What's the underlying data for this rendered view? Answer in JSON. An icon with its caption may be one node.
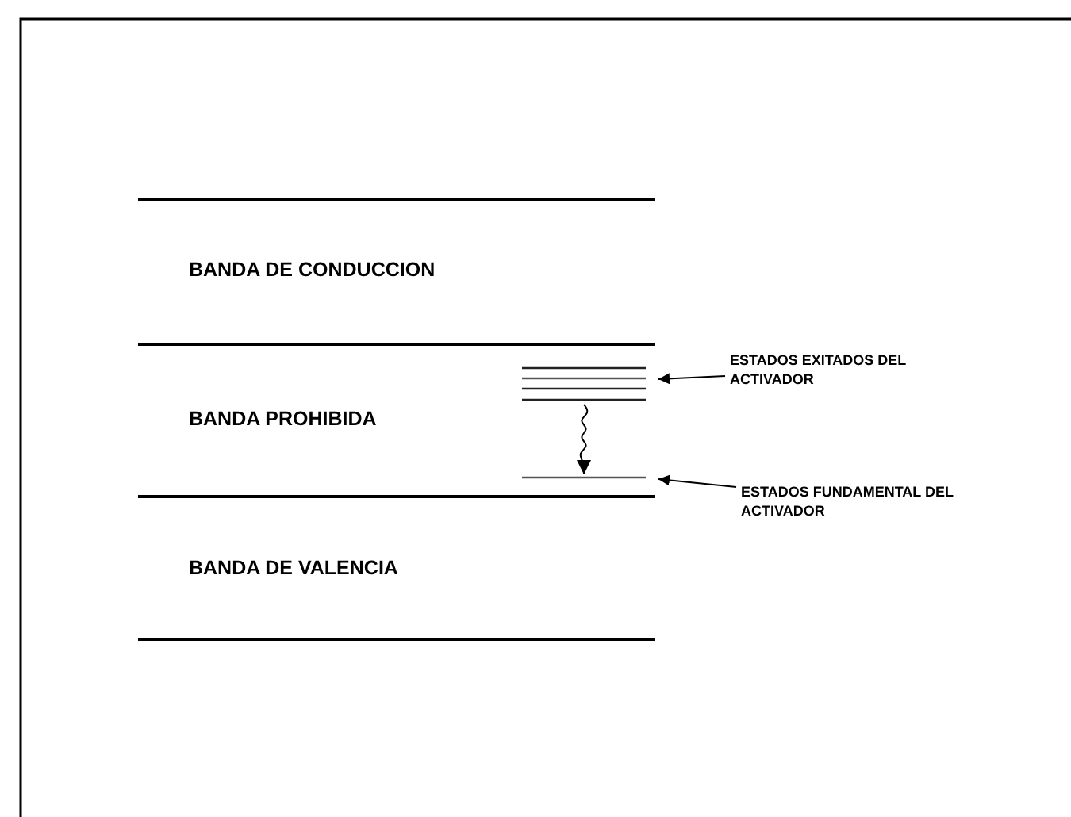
{
  "diagram": {
    "nodes": [
      {
        "text": [
          "BANDA DE CONDUCCION"
        ]
      },
      {
        "text": [
          "BANDA PROHIBIDA"
        ]
      },
      {
        "text": [
          "BANDA DE VALENCIA"
        ]
      },
      {
        "text": [],
        "shape": "bar",
        "in": 1
      },
      {
        "text": [],
        "shape": "bar",
        "in": 1
      },
      {
        "text": [
          "ESTADOS EXITADOS DEL ACTIVADOR"
        ]
      },
      {
        "text": [
          "ESTADOS FUNDAMENTAL DEL ACTIVADOR"
        ]
      }
    ],
    "edges": [
      {
        "from": 3,
        "to": 4,
        "arrow": "to"
      },
      {
        "from": 5,
        "to": 3,
        "arrow": "to"
      },
      {
        "from": 6,
        "to": 4,
        "arrow": "to"
      }
    ]
  }
}
